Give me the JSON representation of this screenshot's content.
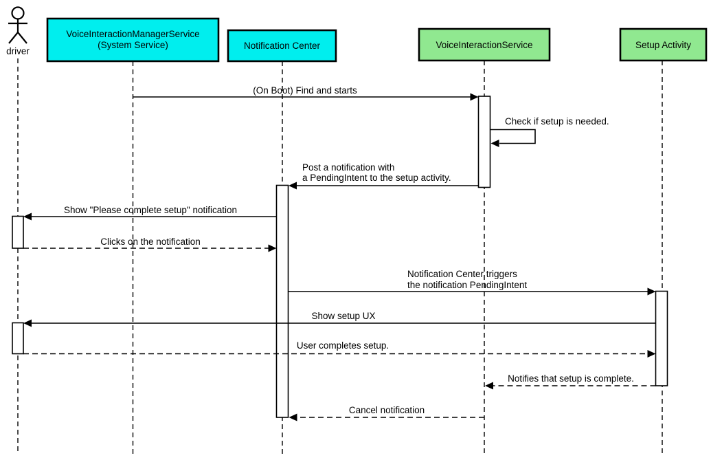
{
  "diagram": {
    "type": "uml-sequence-diagram",
    "background": "#ffffff",
    "colors": {
      "participant_cyan": "#00eeee",
      "participant_green": "#90e890",
      "line": "#000000",
      "activation_fill": "#ffffff"
    },
    "participants": [
      {
        "id": "driver",
        "kind": "actor",
        "label": "driver"
      },
      {
        "id": "voice-interaction-manager-service",
        "kind": "participant",
        "label": "VoiceInteractionManagerService",
        "label2": "(System Service)",
        "fill": "#00eeee"
      },
      {
        "id": "notification-center",
        "kind": "participant",
        "label": "Notification Center",
        "fill": "#00eeee"
      },
      {
        "id": "voice-interaction-service",
        "kind": "participant",
        "label": "VoiceInteractionService",
        "fill": "#90e890"
      },
      {
        "id": "setup-activity",
        "kind": "participant",
        "label": "Setup Activity",
        "fill": "#90e890"
      }
    ],
    "messages": [
      {
        "from": "voice-interaction-manager-service",
        "to": "voice-interaction-service",
        "style": "solid",
        "label": "(On Boot) Find and starts"
      },
      {
        "from": "voice-interaction-service",
        "to": "voice-interaction-service",
        "style": "solid-self",
        "label": "Check if setup is needed."
      },
      {
        "from": "voice-interaction-service",
        "to": "notification-center",
        "style": "solid",
        "lines": [
          "Post a notification with",
          "a PendingIntent to the setup activity."
        ]
      },
      {
        "from": "notification-center",
        "to": "driver",
        "style": "solid",
        "label": "Show \"Please complete setup\" notification"
      },
      {
        "from": "driver",
        "to": "notification-center",
        "style": "dashed",
        "label": "Clicks on the notification"
      },
      {
        "from": "notification-center",
        "to": "setup-activity",
        "style": "solid",
        "lines": [
          "Notification Center triggers",
          "the notification PendingIntent"
        ]
      },
      {
        "from": "setup-activity",
        "to": "driver",
        "style": "solid",
        "label": "Show setup UX"
      },
      {
        "from": "driver",
        "to": "setup-activity",
        "style": "dashed",
        "label": "User completes setup."
      },
      {
        "from": "setup-activity",
        "to": "voice-interaction-service",
        "style": "dashed",
        "label": "Notifies that setup is complete."
      },
      {
        "from": "voice-interaction-service",
        "to": "notification-center",
        "style": "dashed",
        "label": "Cancel notification"
      }
    ]
  }
}
